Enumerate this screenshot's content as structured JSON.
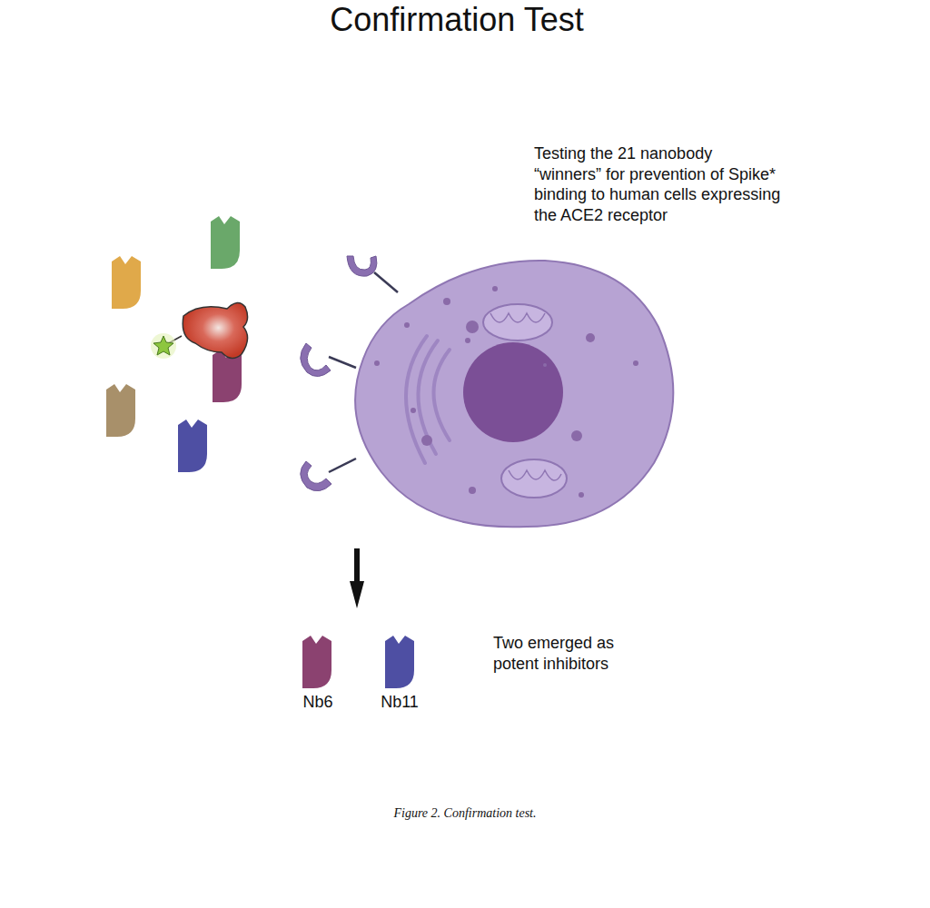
{
  "diagram": {
    "title": "Confirmation Test",
    "caption": "Figure 2. Confirmation test.",
    "labels": [
      "Testing the 21 nanobody “winners” for prevention of Spike* binding to human cells expressing the ACE2 receptor",
      "Two emerged as potent inhibitors",
      "Nb6",
      "Nb11"
    ]
  }
}
